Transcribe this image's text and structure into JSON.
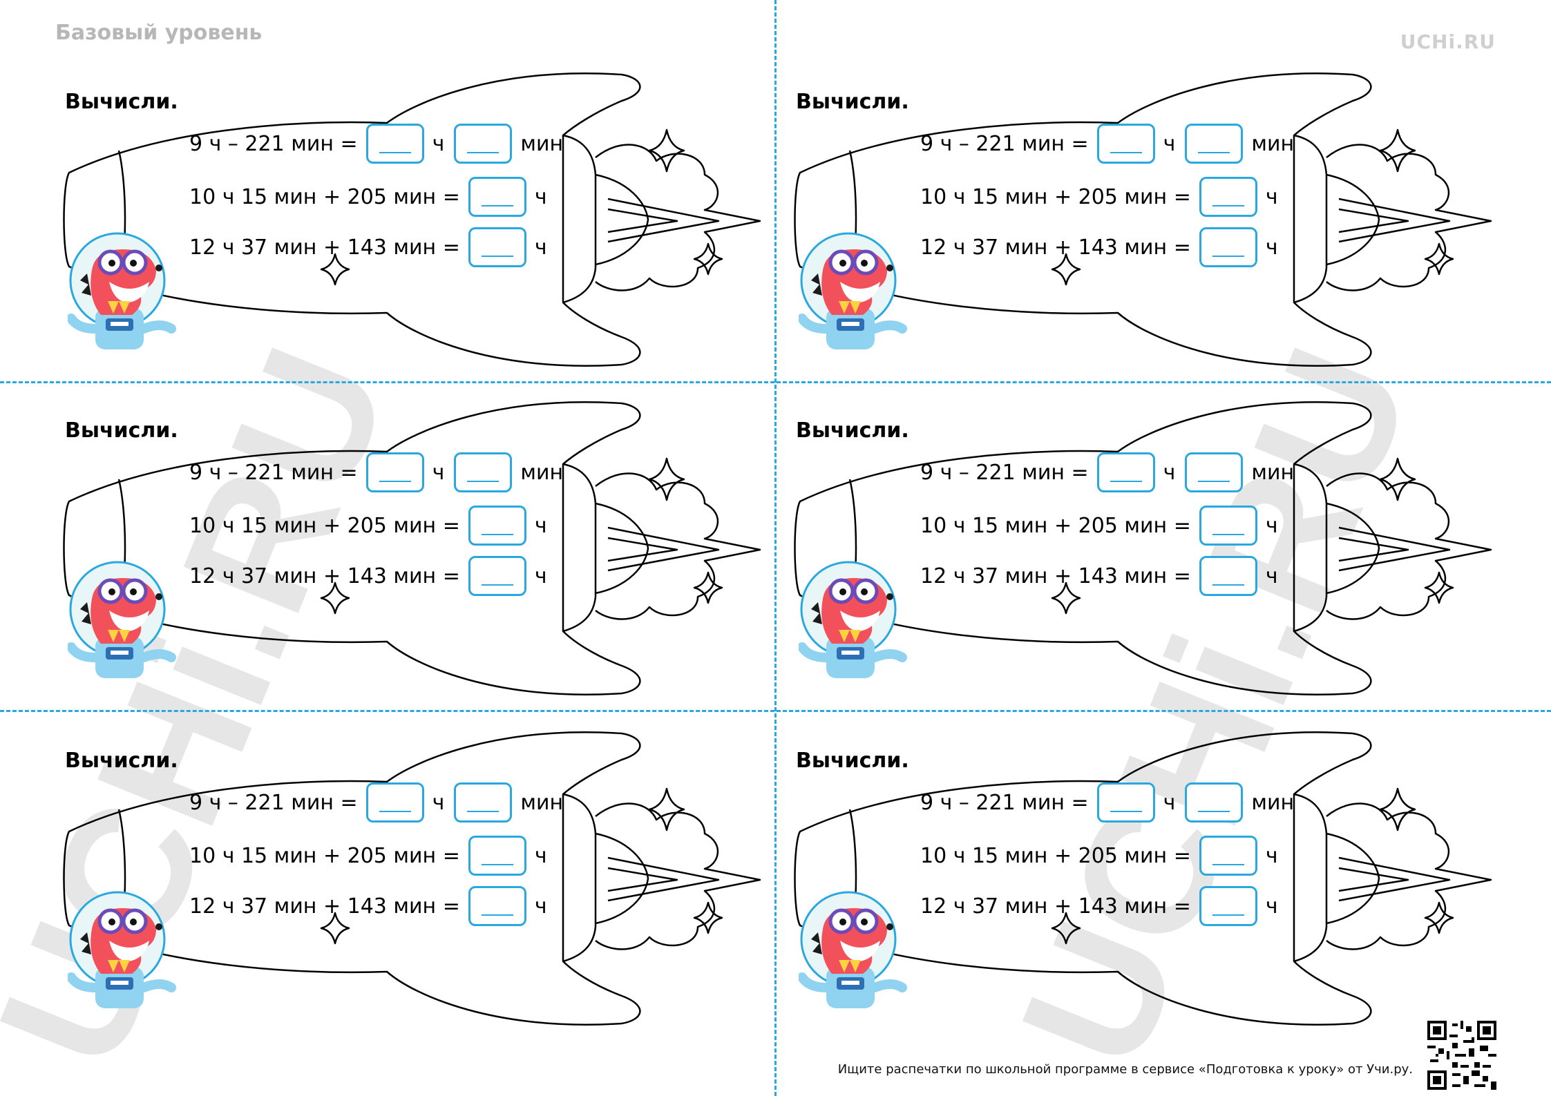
{
  "header": {
    "level": "Базовый уровень",
    "brand": "UCHi.RU",
    "watermark": "UCHi.RU"
  },
  "cards": [
    {
      "title": "Вычисли.",
      "equations": [
        {
          "expression": "9 ч – 221 мин =",
          "units": [
            "ч",
            "мин"
          ]
        },
        {
          "expression": "10 ч 15 мин + 205 мин =",
          "units": [
            "ч"
          ]
        },
        {
          "expression": "12 ч 37 мин + 143 мин =",
          "units": [
            "ч"
          ]
        }
      ]
    },
    {
      "title": "Вычисли.",
      "equations": [
        {
          "expression": "9 ч – 221 мин =",
          "units": [
            "ч",
            "мин"
          ]
        },
        {
          "expression": "10 ч 15 мин + 205 мин =",
          "units": [
            "ч"
          ]
        },
        {
          "expression": "12 ч 37 мин + 143 мин =",
          "units": [
            "ч"
          ]
        }
      ]
    },
    {
      "title": "Вычисли.",
      "equations": [
        {
          "expression": "9 ч – 221 мин =",
          "units": [
            "ч",
            "мин"
          ]
        },
        {
          "expression": "10 ч 15 мин + 205 мин =",
          "units": [
            "ч"
          ]
        },
        {
          "expression": "12 ч 37 мин + 143 мин =",
          "units": [
            "ч"
          ]
        }
      ]
    },
    {
      "title": "Вычисли.",
      "equations": [
        {
          "expression": "9 ч – 221 мин =",
          "units": [
            "ч",
            "мин"
          ]
        },
        {
          "expression": "10 ч 15 мин + 205 мин =",
          "units": [
            "ч"
          ]
        },
        {
          "expression": "12 ч 37 мин + 143 мин =",
          "units": [
            "ч"
          ]
        }
      ]
    },
    {
      "title": "Вычисли.",
      "equations": [
        {
          "expression": "9 ч – 221 мин =",
          "units": [
            "ч",
            "мин"
          ]
        },
        {
          "expression": "10 ч 15 мин + 205 мин =",
          "units": [
            "ч"
          ]
        },
        {
          "expression": "12 ч 37 мин + 143 мин =",
          "units": [
            "ч"
          ]
        }
      ]
    },
    {
      "title": "Вычисли.",
      "equations": [
        {
          "expression": "9 ч – 221 мин =",
          "units": [
            "ч",
            "мин"
          ]
        },
        {
          "expression": "10 ч 15 мин + 205 мин =",
          "units": [
            "ч"
          ]
        },
        {
          "expression": "12 ч 37 мин + 143 мин =",
          "units": [
            "ч"
          ]
        }
      ]
    }
  ],
  "footer": {
    "text": "Ищите распечатки по школьной программе в сервисе «Подготовка к уроку» от Учи.ру."
  },
  "colors": {
    "accent": "#29a8e0",
    "watermark": "#e6e6e6",
    "header": "#b7b7b7",
    "mascot_red": "#f2505a"
  },
  "icons": {
    "mascot": "dino-astronaut-icon",
    "qr": "qr-code-icon",
    "star": "sparkle-star-icon"
  }
}
